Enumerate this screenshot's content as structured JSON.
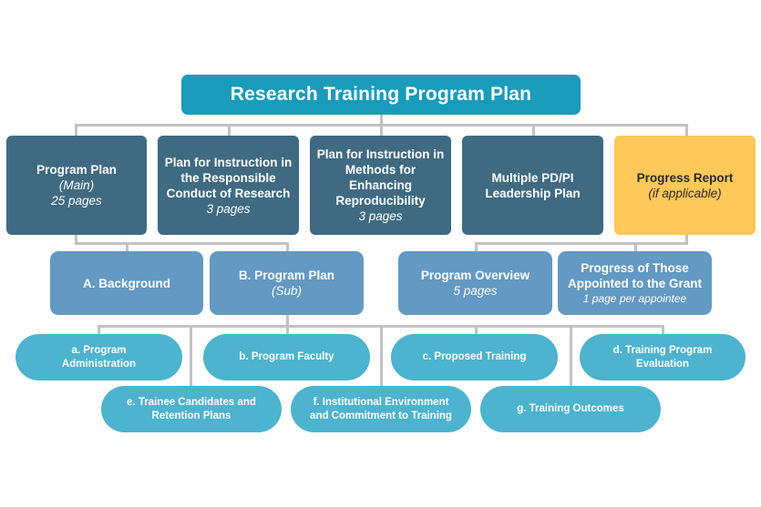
{
  "title": "Research Training Program Plan",
  "level1": [
    {
      "label": "Program Plan",
      "sub": "(Main)",
      "note": "25 pages"
    },
    {
      "label": "Plan for Instruction in the Responsible Conduct of Research",
      "note": "3 pages"
    },
    {
      "label": "Plan for Instruction in Methods for Enhancing Reproducibility",
      "note": "3 pages"
    },
    {
      "label": "Multiple PD/PI Leadership Plan"
    },
    {
      "label": "Progress Report",
      "sub": "(if applicable)"
    }
  ],
  "level2": [
    {
      "label": "A. Background"
    },
    {
      "label": "B. Program Plan",
      "sub": "(Sub)"
    },
    {
      "label": "Program Overview",
      "note": "5 pages"
    },
    {
      "label": "Progress of Those Appointed to the Grant",
      "note": "1 page per appointee"
    }
  ],
  "level3": [
    {
      "label": "a. Program Administration"
    },
    {
      "label": "b. Program Faculty"
    },
    {
      "label": "c. Proposed Training"
    },
    {
      "label": "d. Training Program Evaluation"
    },
    {
      "label": "e. Trainee Candidates and Retention Plans"
    },
    {
      "label": "f. Institutional Environment and Commitment to Training"
    },
    {
      "label": "g. Training Outcomes"
    }
  ],
  "colors": {
    "title": "#1A9BBA",
    "level1": "#3F6A82",
    "highlight": "#FFC85A",
    "level2": "#6399C2",
    "level3": "#4DB3CE",
    "connector": "#C2C2C2"
  }
}
